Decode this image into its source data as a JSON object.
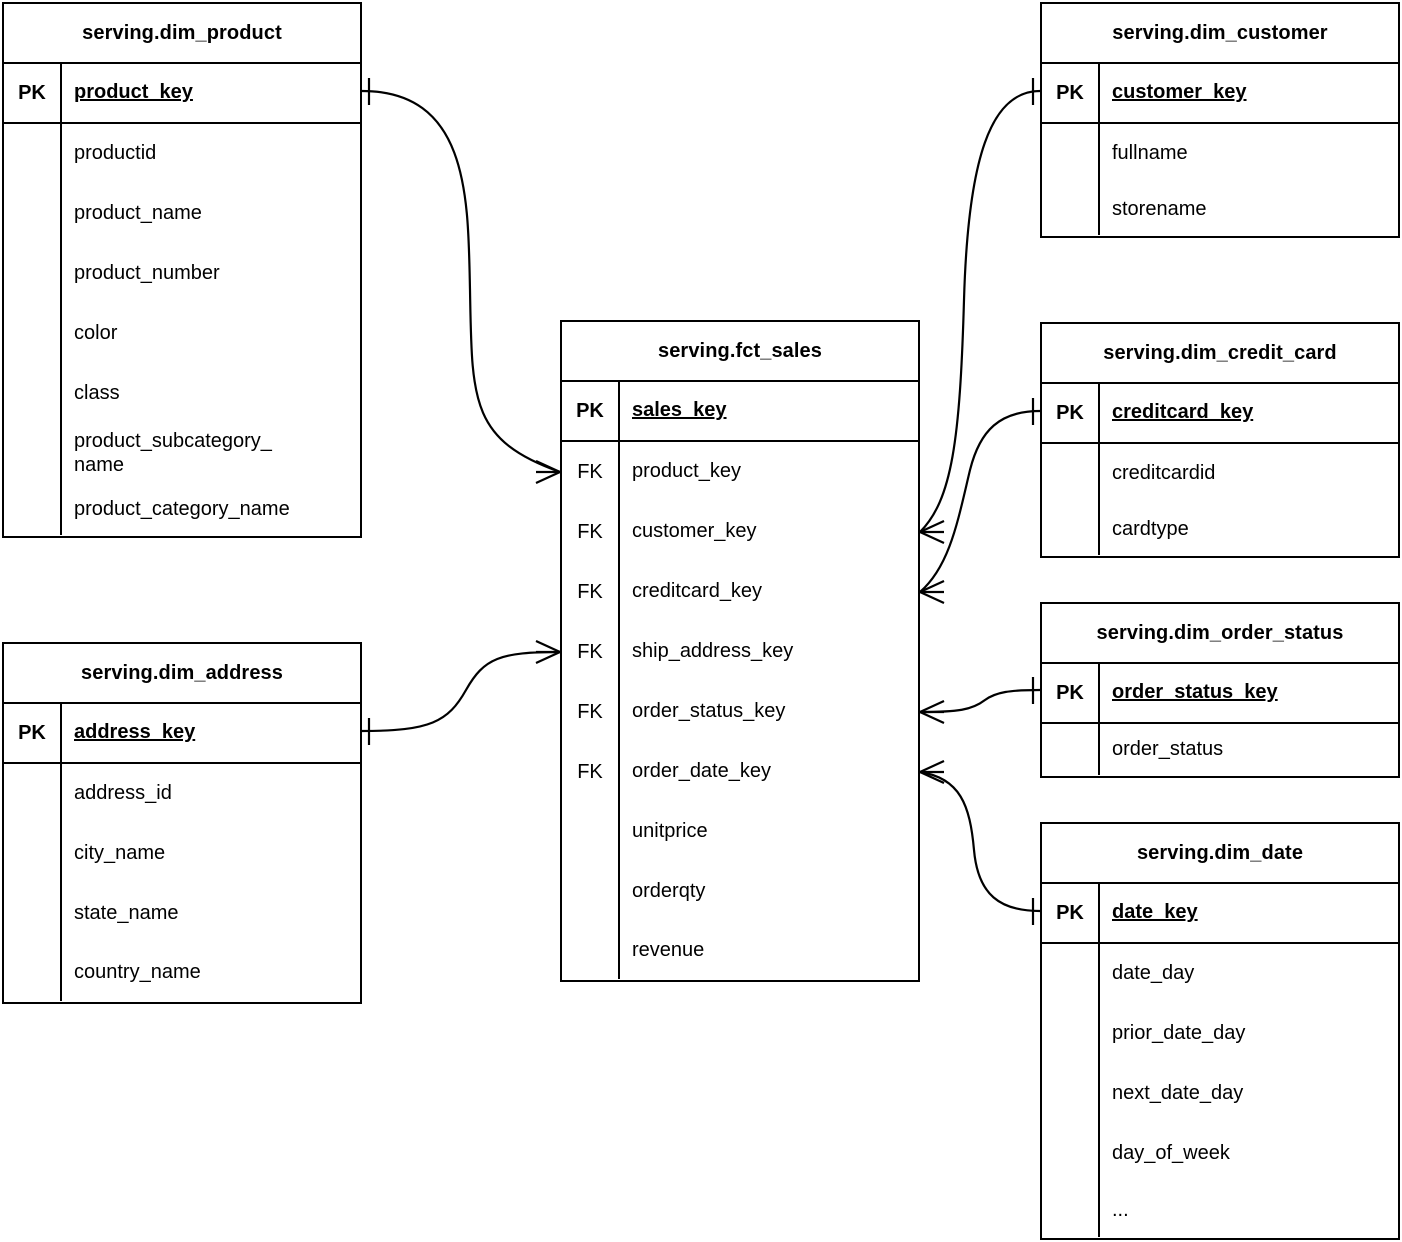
{
  "diagram": {
    "type": "entity-relationship-diagram",
    "notation": "crow's-foot",
    "background_color": "#ffffff",
    "line_color": "#000000",
    "pk_label": "PK",
    "fk_label": "FK",
    "entities": [
      {
        "id": "dim_product",
        "title": "serving.dim_product",
        "primary_key": "product_key",
        "attributes": [
          "productid",
          "product_name",
          "product_number",
          "color",
          "class",
          "product_subcategory_\nname",
          "product_category_name"
        ]
      },
      {
        "id": "dim_address",
        "title": "serving.dim_address",
        "primary_key": "address_key",
        "attributes": [
          "address_id",
          "city_name",
          "state_name",
          "country_name"
        ]
      },
      {
        "id": "fct_sales",
        "title": "serving.fct_sales",
        "primary_key": "sales_key",
        "foreign_keys": [
          "product_key",
          "customer_key",
          "creditcard_key",
          "ship_address_key",
          "order_status_key",
          "order_date_key"
        ],
        "measures": [
          "unitprice",
          "orderqty",
          "revenue"
        ]
      },
      {
        "id": "dim_customer",
        "title": "serving.dim_customer",
        "primary_key": "customer_key",
        "attributes": [
          "fullname",
          "storename"
        ]
      },
      {
        "id": "dim_credit_card",
        "title": "serving.dim_credit_card",
        "primary_key": "creditcard_key",
        "attributes": [
          "creditcardid",
          "cardtype"
        ]
      },
      {
        "id": "dim_order_status",
        "title": "serving.dim_order_status",
        "primary_key": "order_status_key",
        "attributes": [
          "order_status"
        ]
      },
      {
        "id": "dim_date",
        "title": "serving.dim_date",
        "primary_key": "date_key",
        "attributes": [
          "date_day",
          "prior_date_day",
          "next_date_day",
          "day_of_week",
          "..."
        ]
      }
    ],
    "relationships": [
      {
        "from": "dim_product.product_key",
        "to": "fct_sales.product_key",
        "cardinality": "one-to-many"
      },
      {
        "from": "dim_address.address_key",
        "to": "fct_sales.ship_address_key",
        "cardinality": "one-to-many"
      },
      {
        "from": "dim_customer.customer_key",
        "to": "fct_sales.customer_key",
        "cardinality": "one-to-many"
      },
      {
        "from": "dim_credit_card.creditcard_key",
        "to": "fct_sales.creditcard_key",
        "cardinality": "one-to-many"
      },
      {
        "from": "dim_order_status.order_status_key",
        "to": "fct_sales.order_status_key",
        "cardinality": "one-to-many"
      },
      {
        "from": "dim_date.date_key",
        "to": "fct_sales.order_date_key",
        "cardinality": "one-to-many"
      }
    ]
  }
}
